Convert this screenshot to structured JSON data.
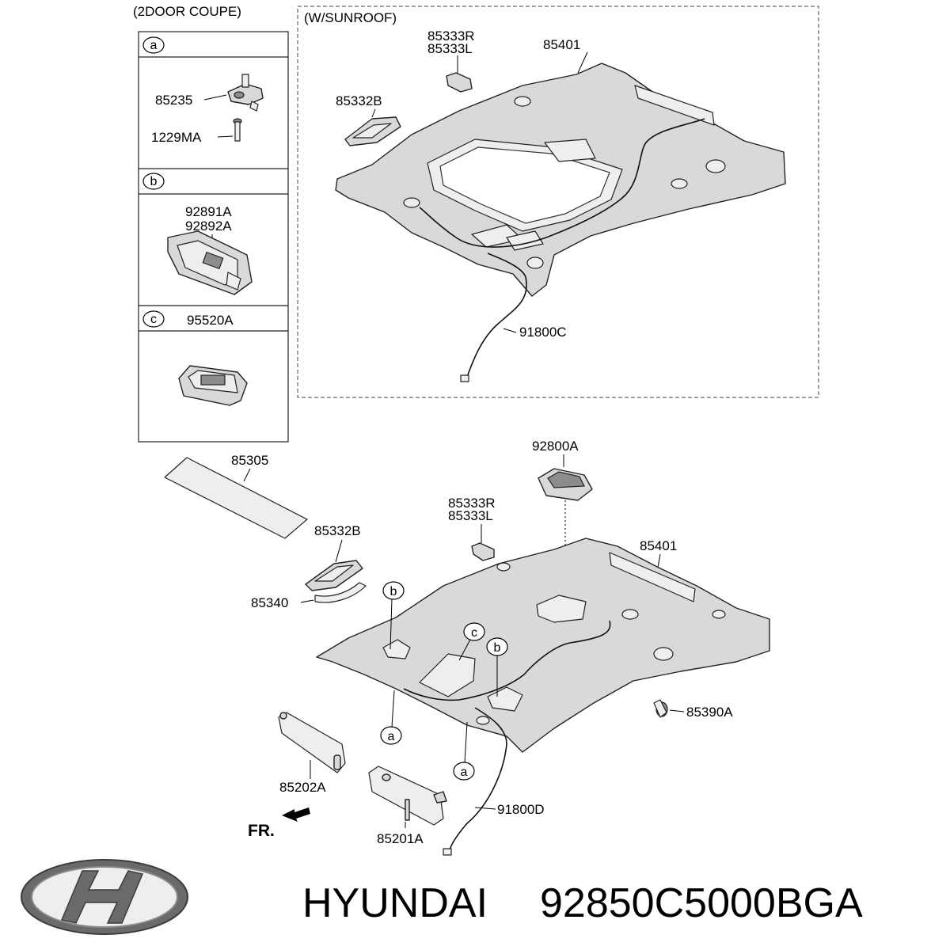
{
  "header": {
    "variant_2door": "(2DOOR COUPE)",
    "variant_sunroof": "(W/SUNROOF)"
  },
  "inset_table": {
    "a": {
      "marker": "a",
      "parts": [
        "85235",
        "1229MA"
      ]
    },
    "b": {
      "marker": "b",
      "parts": [
        "92891A",
        "92892A"
      ]
    },
    "c": {
      "marker": "c",
      "parts": [
        "95520A"
      ]
    }
  },
  "sunroof_view": {
    "labels": [
      "85333R",
      "85333L",
      "85401",
      "85332B",
      "91800C"
    ]
  },
  "main_view": {
    "labels": [
      "85305",
      "92800A",
      "85333R",
      "85333L",
      "85401",
      "85332B",
      "85340",
      "85390A",
      "85202A",
      "85201A",
      "91800D"
    ],
    "markers": [
      "b",
      "c",
      "b",
      "a",
      "a"
    ]
  },
  "front_indicator": "FR.",
  "footer": {
    "brand": "HYUNDAI",
    "part_number": "92850C5000BGA"
  }
}
